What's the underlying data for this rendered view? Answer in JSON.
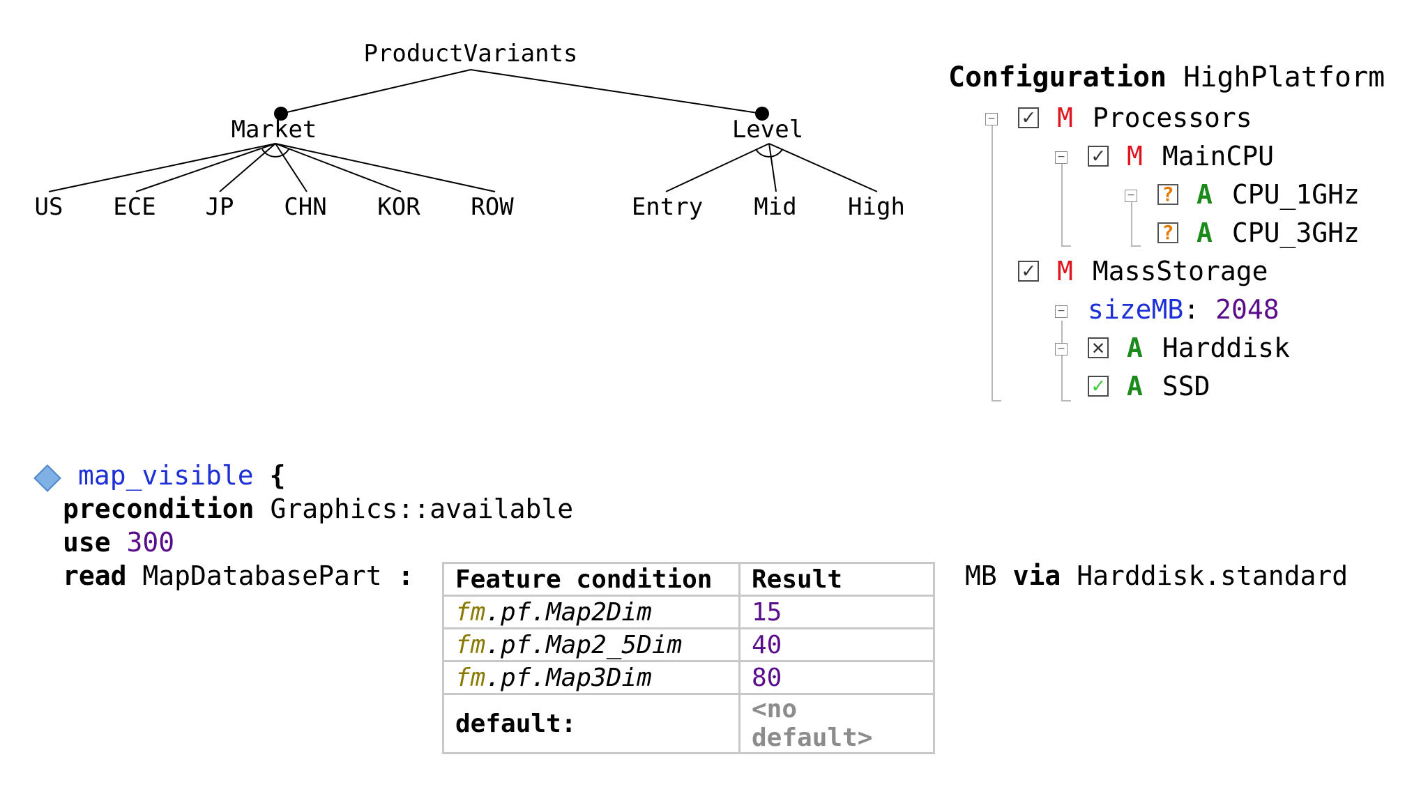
{
  "feature_model": {
    "root": "ProductVariants",
    "groups": [
      {
        "name": "Market",
        "children": [
          "US",
          "ECE",
          "JP",
          "CHN",
          "KOR",
          "ROW"
        ]
      },
      {
        "name": "Level",
        "children": [
          "Entry",
          "Mid",
          "High"
        ]
      }
    ]
  },
  "configuration": {
    "keyword": "Configuration",
    "name": "HighPlatform",
    "rows": [
      {
        "state": "check",
        "tag": "M",
        "label": "Processors"
      },
      {
        "state": "check",
        "tag": "M",
        "label": "MainCPU"
      },
      {
        "state": "question",
        "tag": "A",
        "label": "CPU_1GHz"
      },
      {
        "state": "question",
        "tag": "A",
        "label": "CPU_3GHz"
      },
      {
        "state": "check",
        "tag": "M",
        "label": "MassStorage"
      },
      {
        "attr_name": "sizeMB",
        "attr_sep": ":",
        "attr_value": "2048"
      },
      {
        "state": "excluded",
        "tag": "A",
        "label": "Harddisk"
      },
      {
        "state": "selected",
        "tag": "A",
        "label": "SSD"
      }
    ],
    "glyphs": {
      "check": "✓",
      "question": "?",
      "excluded": "✕",
      "selected": "✓",
      "collapse": "−"
    }
  },
  "code": {
    "name": "map_visible",
    "open_brace": "{",
    "precondition_kw": "precondition",
    "precondition_value": "Graphics::available",
    "use_kw": "use",
    "use_value": "300",
    "read_kw": "read",
    "read_value": "MapDatabasePart",
    "read_colon": ":",
    "after_table_unit": "MB",
    "via_kw": "via",
    "via_value": "Harddisk.standard"
  },
  "table": {
    "headers": [
      "Feature condition",
      "Result"
    ],
    "rows": [
      {
        "prefix": "fm",
        "sep": ".pf",
        "path": ".Map2Dim",
        "result": "15"
      },
      {
        "prefix": "fm",
        "sep": ".pf",
        "path": ".Map2_5Dim",
        "result": "40"
      },
      {
        "prefix": "fm",
        "sep": ".pf",
        "path": ".Map3Dim",
        "result": "80"
      }
    ],
    "default_label": "default:",
    "default_value": "<no default>"
  }
}
